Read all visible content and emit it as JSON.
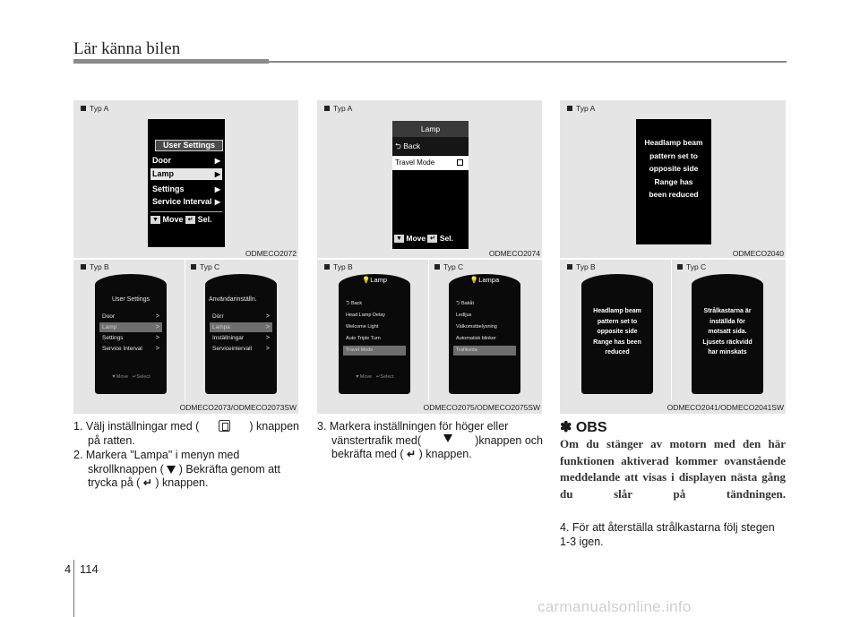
{
  "header": {
    "title": "Lär känna bilen"
  },
  "panels": {
    "p1": {
      "top_label": "Typ A",
      "top_code": "ODMECO2072",
      "screen_title": "User Settings",
      "items": [
        "Door",
        "Lamp",
        "Settings",
        "Service Interval"
      ],
      "footer_move": "Move",
      "footer_sel": "Sel.",
      "b_label": "Typ B",
      "c_label": "Typ C",
      "bottom_code": "ODMECO2073/ODMECO2073SW",
      "b_title": "User Settings",
      "b_items": [
        "Door",
        "Lamp",
        "Settings",
        "Service Interval"
      ],
      "b_move": "Move",
      "b_select": "Select",
      "c_title": "Användarinställn.",
      "c_items": [
        "Dörr",
        "Lampa",
        "Inställningar",
        "Serviceintervall"
      ]
    },
    "p2": {
      "top_label": "Typ A",
      "top_code": "ODMECO2074",
      "screen_title": "Lamp",
      "back": "Back",
      "item": "Travel Mode",
      "footer_move": "Move",
      "footer_sel": "Sel.",
      "b_label": "Typ B",
      "c_label": "Typ C",
      "bottom_code": "ODMECO2075/ODMECO2075SW",
      "b_title": "Lamp",
      "b_items": [
        "Back",
        "Head Lamp Delay",
        "Welcome Light",
        "Auto Triple Turn",
        "Travel Mode"
      ],
      "b_move": "Move",
      "b_select": "Select",
      "c_title": "Lampa",
      "c_items": [
        "Bakåt",
        "Ledljus",
        "Välkomstbelysning",
        "Automatisk blinker",
        "Trafiksida"
      ]
    },
    "p3": {
      "top_label": "Typ A",
      "top_code": "ODMECO2040",
      "a_message": [
        "Headlamp beam",
        "pattern set to",
        "opposite side",
        "Range has",
        "been reduced"
      ],
      "b_label": "Typ B",
      "c_label": "Typ C",
      "bottom_code": "ODMECO2041/ODMECO2041SW",
      "b_message": [
        "Headlamp beam",
        "pattern set to",
        "opposite side",
        "Range has been",
        "reduced"
      ],
      "c_message": [
        "Strålkastarna är",
        "inställda för",
        "motsatt sida.",
        "Ljusets räckvidd",
        "har minskats"
      ]
    }
  },
  "steps": {
    "s1_a": "1. Välj inställningar med (",
    "s1_b": ") knappen",
    "s1_c": "på ratten.",
    "s2_a": "2. Markera \"Lampa\" i menyn med",
    "s2_b": "skrollknappen (",
    "s2_c": ") Bekräfta genom att",
    "s2_d": "trycka på (",
    "s2_e": ") knappen.",
    "s3_a": "3. Markera inställningen för höger eller",
    "s3_b": "vänstertrafik med(",
    "s3_c": ")knappen och",
    "s3_d": "bekräfta med (",
    "s3_e": ") knappen."
  },
  "obs": {
    "heading": "✽ OBS",
    "text": "Om du stänger av motorn med den här funktionen aktiverad kommer ovanstående meddelande att visas i displayen nästa gång du slår på tändningen.",
    "step4": "4. För att återställa strålkastarna följ stegen 1-3 igen."
  },
  "footer": {
    "section": "4",
    "page": "114",
    "watermark": "carmanualsonline.info"
  }
}
